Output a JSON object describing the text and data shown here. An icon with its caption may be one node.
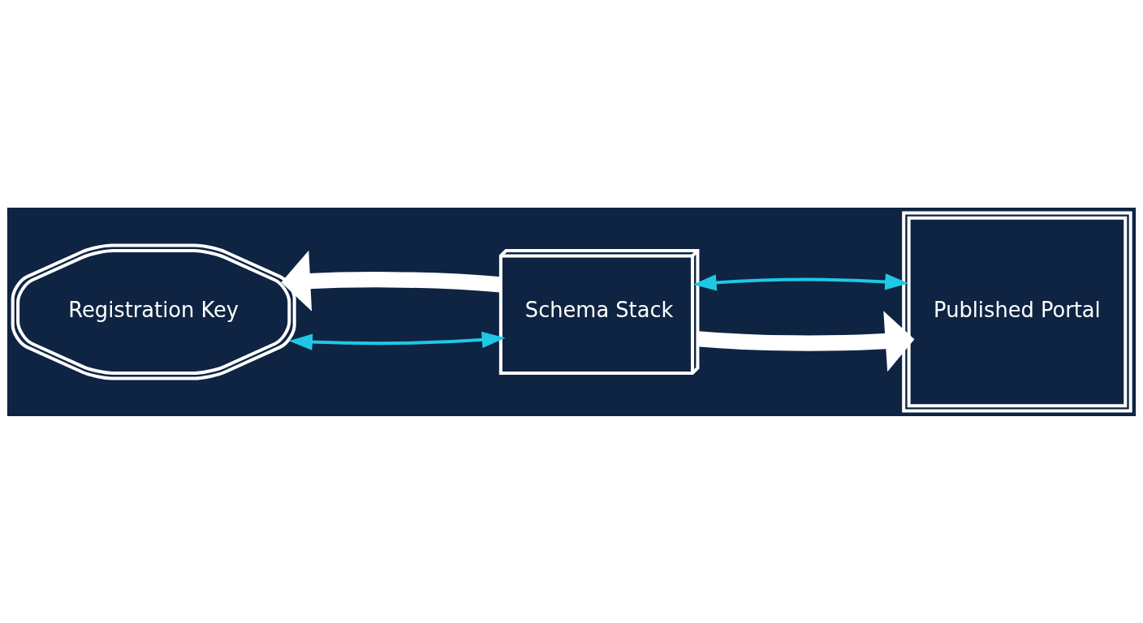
{
  "diagram": {
    "nodes": [
      {
        "text": [
          "Registration Key"
        ]
      },
      {
        "text": [
          "Schema Stack"
        ]
      },
      {
        "text": [
          "Published Portal"
        ]
      }
    ],
    "edges": [
      {
        "from": 1,
        "to": 0,
        "arrow": "to",
        "style": "thick",
        "color": "#ffffff"
      },
      {
        "from": 0,
        "to": 1,
        "arrow": "both",
        "color": "#1ec8e6"
      },
      {
        "from": 1,
        "to": 2,
        "arrow": "to",
        "style": "thick",
        "color": "#ffffff"
      },
      {
        "from": 1,
        "to": 2,
        "arrow": "both",
        "color": "#1ec8e6"
      }
    ]
  }
}
